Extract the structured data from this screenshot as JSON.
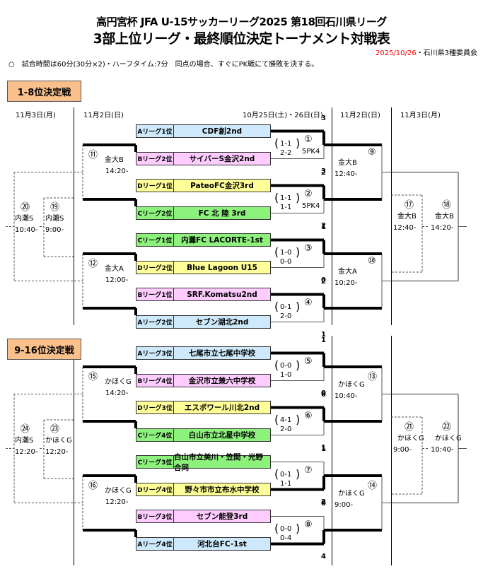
{
  "header": {
    "title_line1": "高円宮杯 JFA U-15サッカーリーグ2025 第18回石川県リーグ",
    "title_line2": "3部上位リーグ・最終順位決定トーナメント対戦表",
    "date": "2025/10/26",
    "issuer": "・石川県3種委員会",
    "note": "○　試合時間は60分(30分×2)・ハーフタイム:7分　同点の場合、すぐにPK戦にて勝敗を決する。"
  },
  "colors": {
    "A": "#cde9fb",
    "B": "#ffccff",
    "C": "#8df27b",
    "D": "#ffff99",
    "section": "#f9c08c",
    "date": "#ff0000"
  },
  "columns": {
    "left_final": "11月3日(月)",
    "left_semi": "11月2日(日)",
    "first_round": "10月25日(土)・26日(日)",
    "right_semi": "11月2日(日)",
    "right_final": "11月3日(月)"
  },
  "sections": [
    {
      "title": "1-8位決定戦",
      "teams": [
        {
          "league": "Aリーグ1位",
          "name": "CDF創2nd",
          "color": "A",
          "score": "3"
        },
        {
          "league": "Bリーグ2位",
          "name": "サイバーS金沢2nd",
          "color": "B",
          "score": "3"
        },
        {
          "league": "Dリーグ1位",
          "name": "PateoFC金沢3rd",
          "color": "D",
          "score": "2"
        },
        {
          "league": "Cリーグ2位",
          "name": "FC 北 陸 3rd",
          "color": "C",
          "score": "2"
        },
        {
          "league": "Cリーグ1位",
          "name": "内灘FC LACORTE-1st",
          "color": "C",
          "score": "1"
        },
        {
          "league": "Dリーグ2位",
          "name": "Blue Lagoon U15",
          "color": "D",
          "score": "0"
        },
        {
          "league": "Bリーグ1位",
          "name": "SRF.Komatsu2nd",
          "color": "B",
          "score": "2"
        },
        {
          "league": "Aリーグ2位",
          "name": "セブン湖北2nd",
          "color": "A",
          "score": "1"
        }
      ],
      "first_round": [
        {
          "num": "①",
          "half1": "1-1",
          "half2": "2-2",
          "pk": "5PK4"
        },
        {
          "num": "②",
          "half1": "1-1",
          "half2": "1-1",
          "pk": "5PK4"
        },
        {
          "num": "③",
          "half1": "1-0",
          "half2": "0-0",
          "pk": ""
        },
        {
          "num": "④",
          "half1": "0-1",
          "half2": "2-0",
          "pk": ""
        }
      ],
      "semis": [
        {
          "num": "⑨",
          "venue": "金大B",
          "time": "12:40-"
        },
        {
          "num": "⑩",
          "venue": "金大A",
          "time": "10:20-"
        },
        {
          "num": "⑪",
          "venue": "金大B",
          "time": "14:20-"
        },
        {
          "num": "⑫",
          "venue": "金大A",
          "time": "12:00-"
        }
      ],
      "finals": [
        {
          "num": "⑰",
          "venue": "金大B",
          "time": "12:40-"
        },
        {
          "num": "⑱",
          "venue": "金大B",
          "time": "14:20-"
        },
        {
          "num": "⑲",
          "venue": "内灘S",
          "time": "9:00-"
        },
        {
          "num": "⑳",
          "venue": "内灘S",
          "time": "10:40-"
        }
      ]
    },
    {
      "title": "9-16位決定戦",
      "teams": [
        {
          "league": "Aリーグ3位",
          "name": "七尾市立七尾中学校",
          "color": "A",
          "score": "1"
        },
        {
          "league": "Bリーグ4位",
          "name": "金沢市立兼六中学校",
          "color": "B",
          "score": "0"
        },
        {
          "league": "Dリーグ3位",
          "name": "エスポワール川北2nd",
          "color": "D",
          "score": "6"
        },
        {
          "league": "Cリーグ4位",
          "name": "白山市立北星中学校",
          "color": "C",
          "score": "1"
        },
        {
          "league": "Cリーグ3位",
          "name": "白山市立美川・笠間・光野合同",
          "color": "C",
          "score": "1"
        },
        {
          "league": "Dリーグ4位",
          "name": "野々市市立布水中学校",
          "color": "D",
          "score": "2"
        },
        {
          "league": "Bリーグ3位",
          "name": "セブン能登3rd",
          "color": "B",
          "score": "0"
        },
        {
          "league": "Aリーグ4位",
          "name": "河北台FC-1st",
          "color": "A",
          "score": "4"
        }
      ],
      "first_round": [
        {
          "num": "⑤",
          "half1": "0-0",
          "half2": "1-0",
          "pk": ""
        },
        {
          "num": "⑥",
          "half1": "4-1",
          "half2": "2-0",
          "pk": ""
        },
        {
          "num": "⑦",
          "half1": "0-1",
          "half2": "1-1",
          "pk": ""
        },
        {
          "num": "⑧",
          "half1": "0-0",
          "half2": "0-4",
          "pk": ""
        }
      ],
      "semis": [
        {
          "num": "⑬",
          "venue": "かほくG",
          "time": "10:40-"
        },
        {
          "num": "⑭",
          "venue": "かほくG",
          "time": "9:00-"
        },
        {
          "num": "⑮",
          "venue": "かほくG",
          "time": "14:20-"
        },
        {
          "num": "⑯",
          "venue": "かほくG",
          "time": "12:20-"
        }
      ],
      "finals": [
        {
          "num": "㉑",
          "venue": "かほくG",
          "time": "9:00-"
        },
        {
          "num": "㉒",
          "venue": "かほくG",
          "time": "10:40-"
        },
        {
          "num": "㉓",
          "venue": "かほくG",
          "time": "12:20-"
        },
        {
          "num": "㉔",
          "venue": "内灘S",
          "time": "12:20-"
        }
      ]
    }
  ]
}
